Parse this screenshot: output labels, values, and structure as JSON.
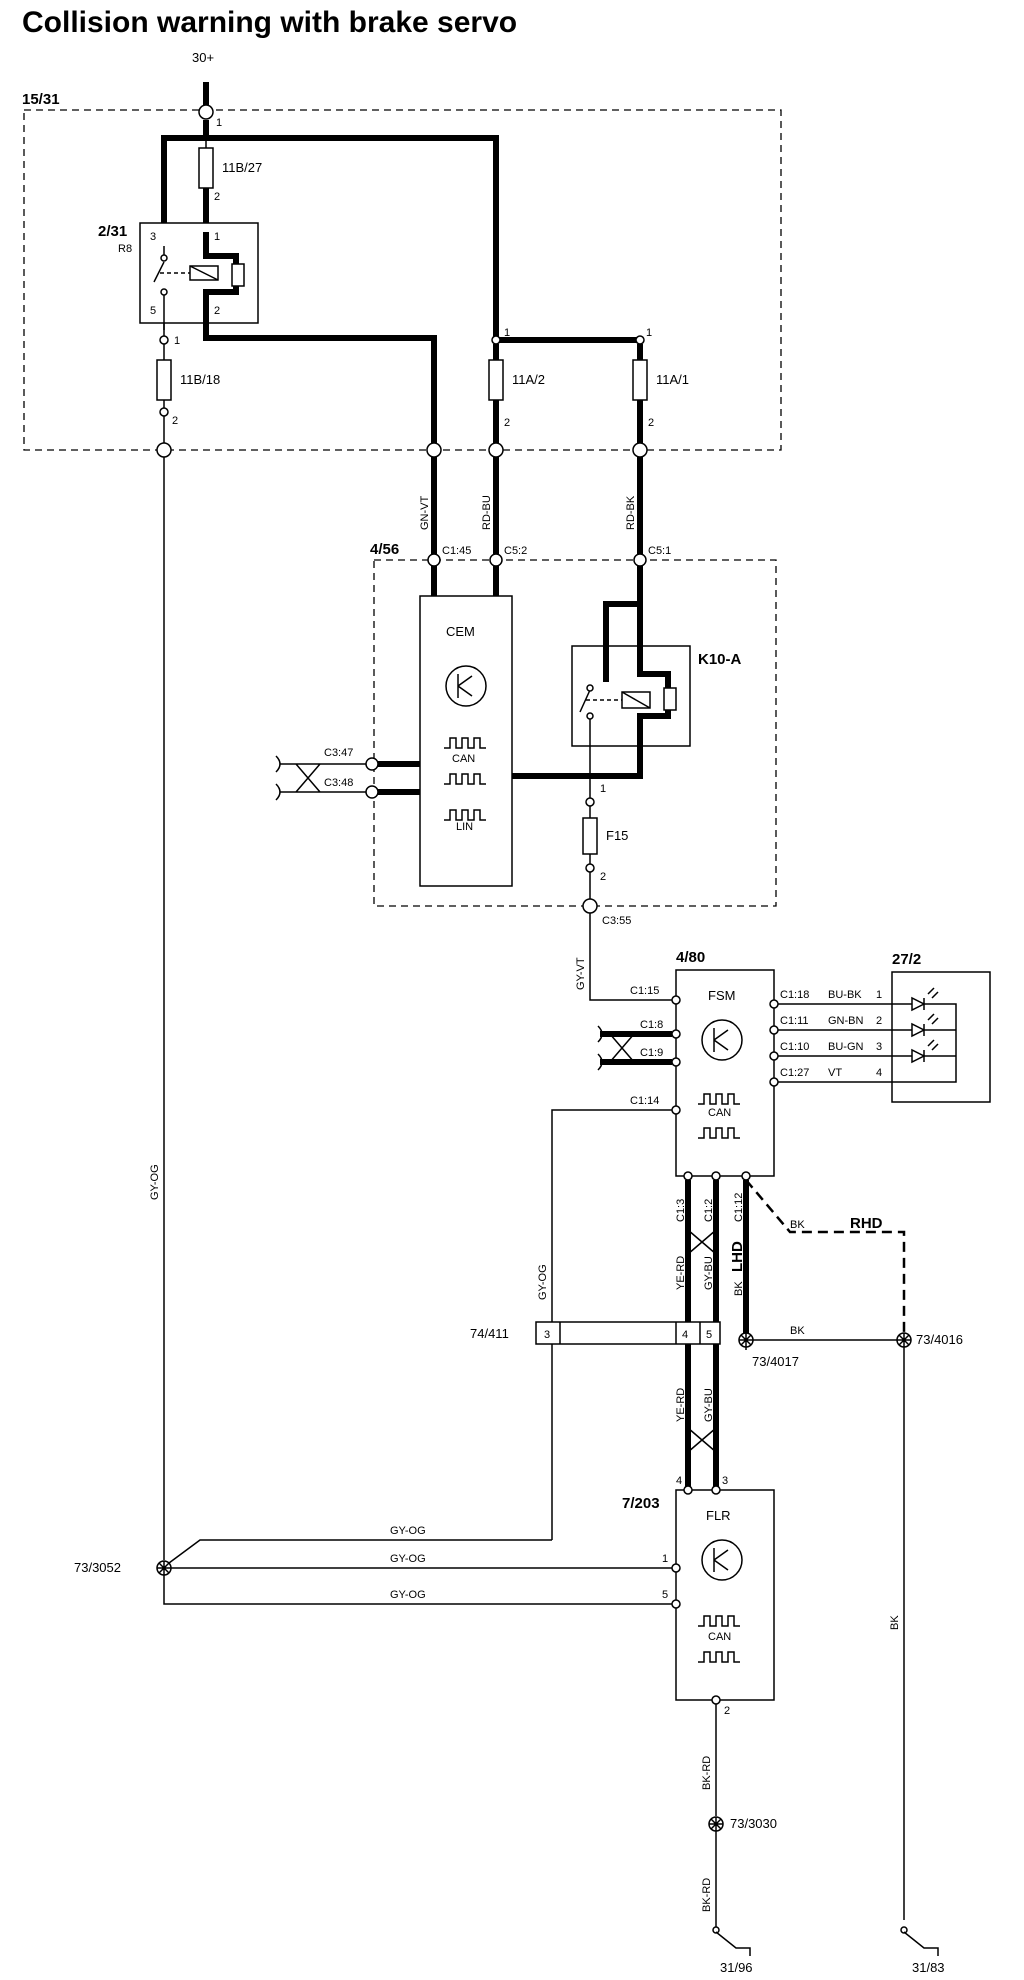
{
  "title": "Collision warning with brake servo",
  "supply": "30+",
  "areas": {
    "fuse_box": "15/31",
    "cem_area": "4/56"
  },
  "relay": {
    "id": "2/31",
    "name": "R8",
    "pins": [
      "3",
      "1",
      "5",
      "2"
    ]
  },
  "fuses": [
    {
      "id": "11B/27",
      "pin_in": "1",
      "pin_out": "2"
    },
    {
      "id": "11B/18",
      "pin_in": "1",
      "pin_out": "2"
    },
    {
      "id": "11A/2",
      "pin_in": "1",
      "pin_out": "2"
    },
    {
      "id": "11A/1",
      "pin_in": "1",
      "pin_out": "2"
    },
    {
      "id": "F15",
      "pin_in": "1",
      "pin_out": "2"
    }
  ],
  "wires": {
    "gn_vt": "GN-VT",
    "rd_bu": "RD-BU",
    "rd_bk": "RD-BK",
    "gy_vt": "GY-VT",
    "gy_og": "GY-OG",
    "ye_rd": "YE-RD",
    "gy_bu": "GY-BU",
    "bk": "BK",
    "bk_rd": "BK-RD",
    "bu_bk": "BU-BK",
    "gn_bn": "GN-BN",
    "bu_gn": "BU-GN",
    "vt": "VT"
  },
  "cem": {
    "name": "CEM",
    "connectors": {
      "c145": "C1:45",
      "c52": "C5:2",
      "c51": "C5:1",
      "c347": "C3:47",
      "c348": "C3:48",
      "c355": "C3:55"
    },
    "can": "CAN",
    "lin": "LIN"
  },
  "k10a": {
    "id": "K10-A"
  },
  "fsm": {
    "id": "4/80",
    "name": "FSM",
    "connectors": {
      "c115": "C1:15",
      "c18": "C1:8",
      "c19": "C1:9",
      "c114": "C1:14",
      "c118": "C1:18",
      "c111": "C1:11",
      "c110": "C1:10",
      "c127": "C1:27",
      "c13": "C1:3",
      "c12": "C1:2",
      "c112": "C1:12"
    },
    "can": "CAN",
    "lhd": "LHD",
    "rhd": "RHD"
  },
  "led_unit": {
    "id": "27/2",
    "pins": [
      "1",
      "2",
      "3",
      "4"
    ]
  },
  "connector_74_411": {
    "id": "74/411",
    "pins": [
      "3",
      "4",
      "5"
    ]
  },
  "grounds": {
    "g4017": "73/4017",
    "g4016": "73/4016",
    "g3052": "73/3052",
    "g3030": "73/3030",
    "e3196": "31/96",
    "e3183": "31/83"
  },
  "flr": {
    "id": "7/203",
    "name": "FLR",
    "pins": {
      "p4": "4",
      "p3": "3",
      "p1": "1",
      "p5": "5",
      "p2": "2"
    },
    "can": "CAN"
  }
}
